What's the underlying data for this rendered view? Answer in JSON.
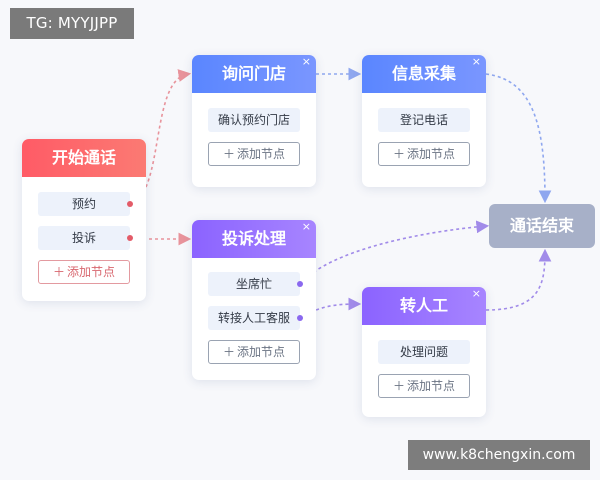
{
  "watermarks": {
    "top": "TG: MYYJJPP",
    "bottom": "www.k8chengxin.com"
  },
  "close_glyph": "×",
  "add_label": "添加节点",
  "nodes": {
    "start": {
      "title": "开始通话",
      "items": [
        "预约",
        "投诉"
      ]
    },
    "ask_store": {
      "title": "询问门店",
      "items": [
        "确认预约门店"
      ]
    },
    "collect_info": {
      "title": "信息采集",
      "items": [
        "登记电话"
      ]
    },
    "complaint": {
      "title": "投诉处理",
      "items": [
        "坐席忙",
        "转接人工客服"
      ]
    },
    "transfer": {
      "title": "转人工",
      "items": [
        "处理问题"
      ]
    },
    "end": {
      "title": "通话结束"
    }
  },
  "colors": {
    "red_header": "#ff5b66",
    "blue_header": "#5a86ff",
    "purple_header": "#8b63ff",
    "end_node": "#a7b0c8",
    "link_red": "#e8939b",
    "link_blue": "#8fa7ef",
    "link_purple": "#a18be9"
  }
}
